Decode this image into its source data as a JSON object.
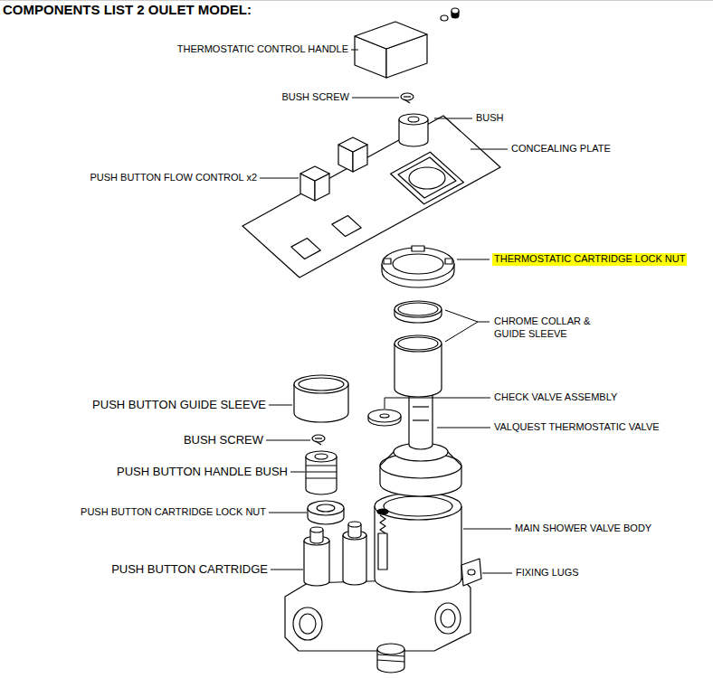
{
  "diagram": {
    "title": "COMPONENTS LIST 2 OULET MODEL:",
    "labels": [
      "THERMOSTATIC CONTROL HANDLE",
      "BUSH SCREW",
      "BUSH",
      "CONCEALING PLATE",
      "PUSH BUTTON FLOW CONTROL x2",
      "THERMOSTATIC CARTRIDGE LOCK NUT",
      "CHROME COLLAR & GUIDE SLEEVE",
      "PUSH BUTTON GUIDE SLEEVE",
      "CHECK VALVE ASSEMBLY",
      "VALQUEST THERMOSTATIC VALVE",
      "BUSH SCREW",
      "PUSH BUTTON HANDLE BUSH",
      "PUSH BUTTON CARTRIDGE LOCK NUT",
      "MAIN SHOWER VALVE BODY",
      "PUSH BUTTON CARTRIDGE",
      "FIXING LUGS"
    ]
  }
}
